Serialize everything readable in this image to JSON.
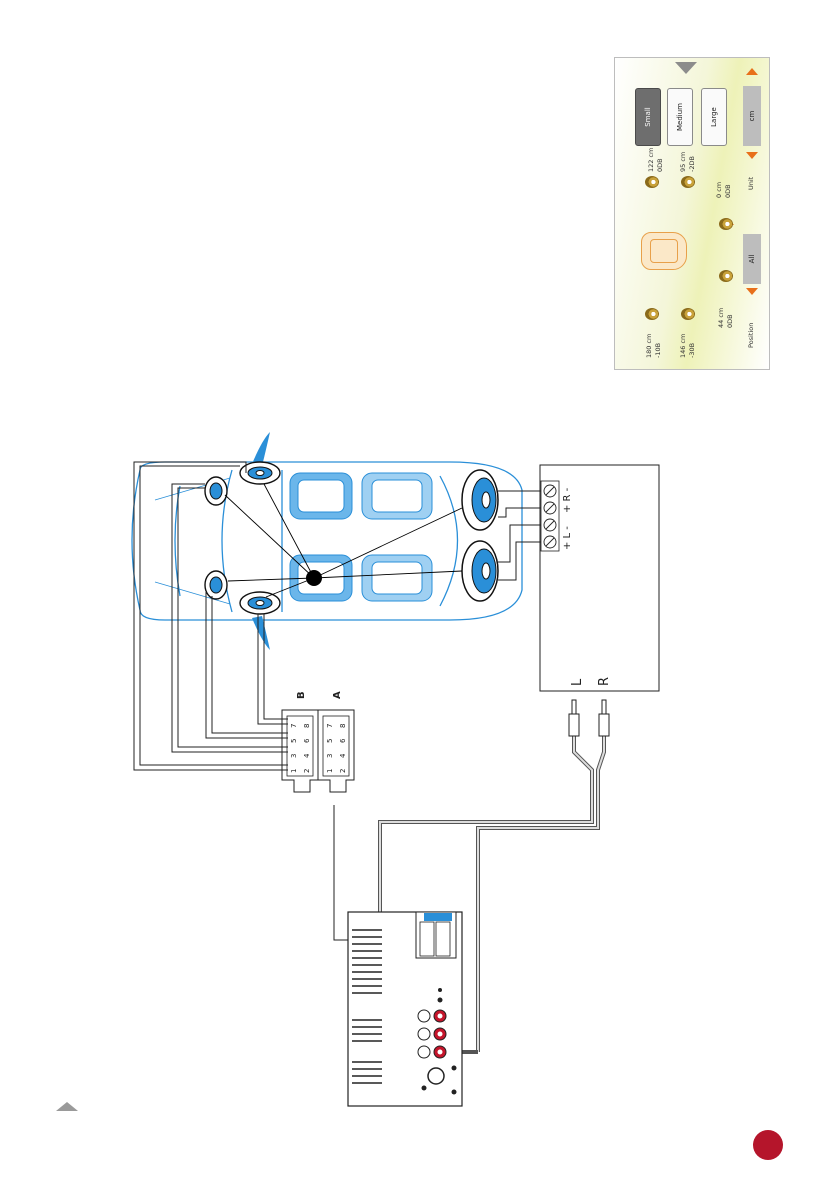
{
  "setup_screen": {
    "buttons": [
      "Small",
      "Medium",
      "Large"
    ],
    "selected_button": "Small",
    "unit_value": "cm",
    "position_value": "All",
    "labels": {
      "position": "Position",
      "unit": "Unit"
    },
    "speakers": [
      {
        "distance": "180 cm",
        "gain": "-10B"
      },
      {
        "distance": "146 cm",
        "gain": "-30B"
      },
      {
        "distance": "122 cm",
        "gain": "0DB"
      },
      {
        "distance": "95 cm",
        "gain": "-2DB"
      },
      {
        "distance": "44 cm",
        "gain": "0DB"
      },
      {
        "distance": "0 cm",
        "gain": "0DB"
      }
    ]
  },
  "amplifier": {
    "terminals": [
      "+ L -",
      "+ R -"
    ],
    "inputs": [
      "L",
      "R"
    ]
  },
  "iso_connector": {
    "blocks": [
      "B",
      "A"
    ],
    "pins": [
      "1",
      "3",
      "5",
      "7",
      "2",
      "4",
      "6",
      "8"
    ]
  },
  "colors": {
    "car_blue": "#2a8fd8",
    "accent_red": "#b5152b",
    "panel_highlight": "#eef2b8",
    "orange_arrow": "#e8701a"
  }
}
